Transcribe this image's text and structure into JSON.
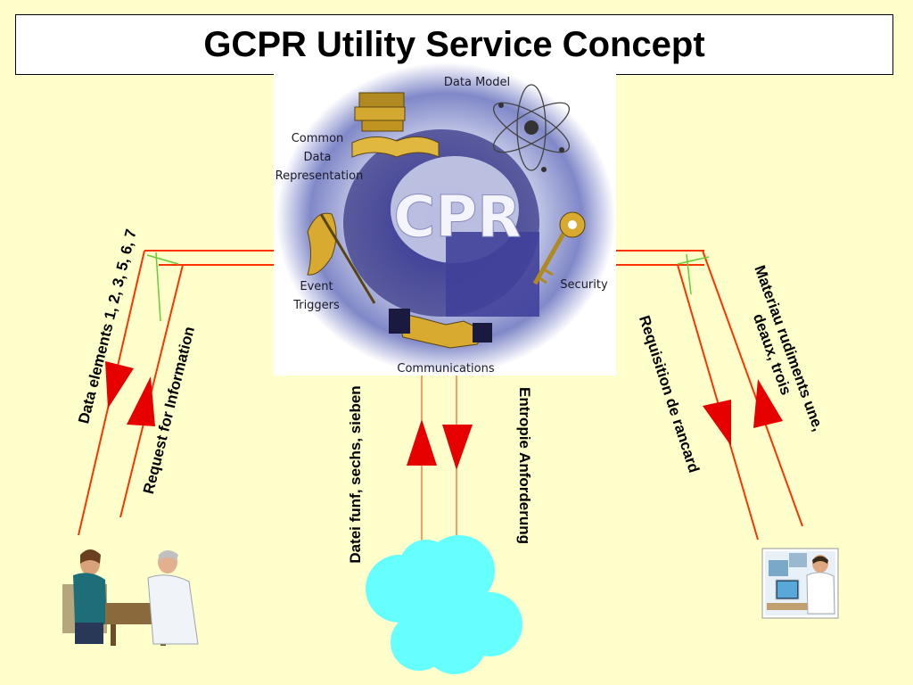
{
  "title": "GCPR Utility Service Concept",
  "logo": {
    "main_text": "CPR",
    "labels": {
      "data_model": "Data Model",
      "common_data_representation": [
        "Common",
        "Data",
        "Representation"
      ],
      "event_triggers": [
        "Event",
        "Triggers"
      ],
      "security": "Security",
      "communications": "Communications"
    }
  },
  "flows": {
    "left_outer": "Data elements 1, 2, 3, 5, 6, 7",
    "left_inner": "Request for Information",
    "center_left": "Datei funf, sechs, sieben",
    "center_right": "Entropie Anforderung",
    "right_inner": "Requisition de rancard",
    "right_outer": [
      "Materiau rudiments une,",
      "deaux, trois"
    ]
  },
  "colors": {
    "background": "#FFFFCC",
    "line": "#FF3300",
    "arrow": "#E60000",
    "cloud": "#66FFFF",
    "connector": "#66CC33"
  },
  "icons": [
    "office-meeting-icon",
    "computer-worker-icon",
    "cloud-icon"
  ]
}
